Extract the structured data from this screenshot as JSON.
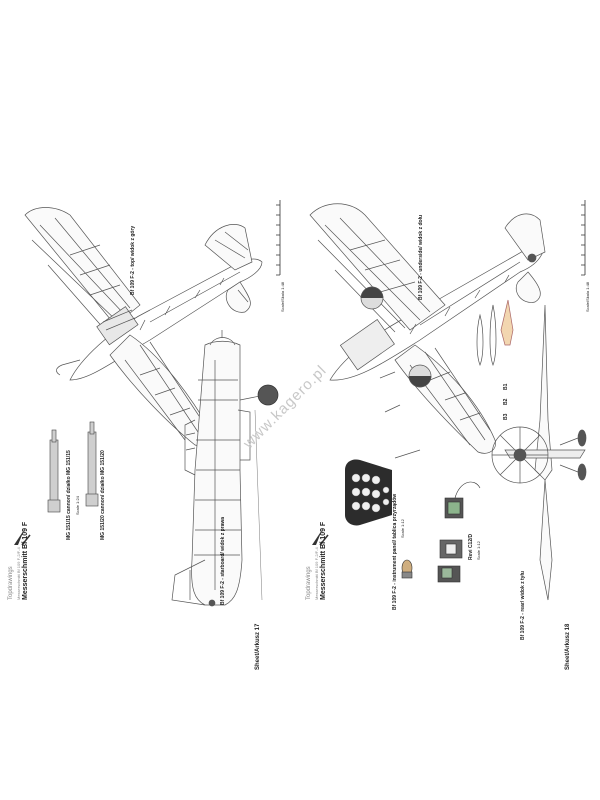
{
  "left_sheet": {
    "series_logo": "Topdrawings",
    "series_note": "Messerschmitt Bf 109 F-2/F-4",
    "aircraft_title": "Messerschmitt Bf 109 F",
    "top_view_caption": "Bf 109 F-2 - top/ widok z góry",
    "side_view_caption": "Bf 109 F-2 - starboard/ widok z prawa",
    "sheet_label": "Sheet/Arkusz 17",
    "scale_bar_label": "Scale/Skala 1:48",
    "cannon_caption_1": "MG 151/15 cannon/ działko MG 151/15",
    "cannon_caption_2": "MG 151/20 cannon/ działko MG 151/20",
    "cannon_scale": "Scale 1:24"
  },
  "right_sheet": {
    "series_logo": "Topdrawings",
    "series_note": "Messerschmitt Bf 109 F-2/F-4",
    "aircraft_title": "Messerschmitt Bf 109 F",
    "under_view_caption": "Bf 109 F-2 - underside/ widok z dołu",
    "rear_view_caption": "Bf 109 F-2 - rear/ widok z tyłu",
    "panel_caption": "Bf 109 F-2 - instrument panel/ tablica przyrządów",
    "panel_scale": "Scale 1:12",
    "revi_caption": "Revi C12/D",
    "revi_scale": "Scale 1:12",
    "sheet_label": "Sheet/Arkusz 18",
    "scale_bar_label": "Scale/Skala 1:48",
    "callouts": [
      "B1",
      "B2",
      "B3"
    ]
  },
  "watermark": "www.kagero.pl",
  "colors": {
    "line": "#555555",
    "panel": "#2c2c2c",
    "background": "#ffffff"
  }
}
